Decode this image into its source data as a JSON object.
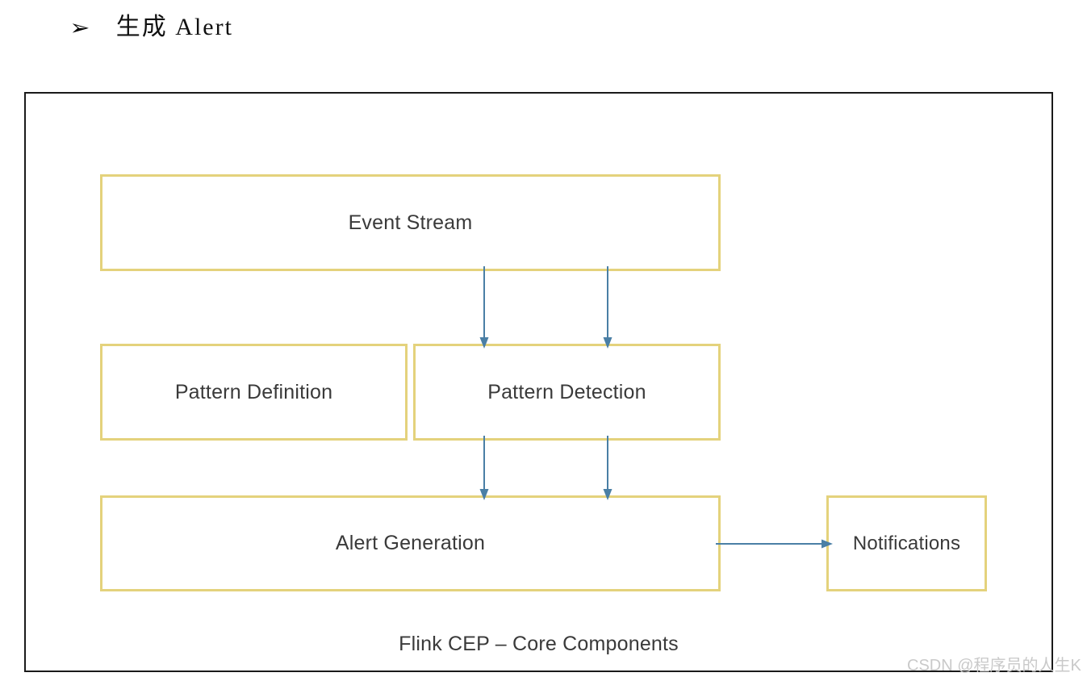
{
  "heading": {
    "bullet_icon": "arrowhead-bullet-icon",
    "bullet_glyph": "➢",
    "text": "生成 Alert"
  },
  "diagram": {
    "caption": "Flink CEP – Core Components",
    "box_border_color": "#e4d27c",
    "frame_border_color": "#1a1a1a",
    "arrow_color": "#4a7fa5",
    "boxes": [
      {
        "id": "event-stream",
        "label": "Event Stream"
      },
      {
        "id": "pattern-definition",
        "label": "Pattern Definition"
      },
      {
        "id": "pattern-detection",
        "label": "Pattern Detection"
      },
      {
        "id": "alert-generation",
        "label": "Alert Generation"
      },
      {
        "id": "notifications",
        "label": "Notifications"
      }
    ],
    "arrows": [
      {
        "id": "event-stream-to-pattern-detection-left",
        "from": "Event Stream",
        "to": "Pattern Detection",
        "direction": "down"
      },
      {
        "id": "event-stream-to-pattern-detection-right",
        "from": "Event Stream",
        "to": "Pattern Detection",
        "direction": "down"
      },
      {
        "id": "pattern-detection-to-alert-generation-left",
        "from": "Pattern Detection",
        "to": "Alert Generation",
        "direction": "down"
      },
      {
        "id": "pattern-detection-to-alert-generation-right",
        "from": "Pattern Detection",
        "to": "Alert Generation",
        "direction": "down"
      },
      {
        "id": "alert-generation-to-notifications",
        "from": "Alert Generation",
        "to": "Notifications",
        "direction": "right"
      }
    ]
  },
  "watermark": {
    "text": "CSDN @程序员的人生K"
  }
}
